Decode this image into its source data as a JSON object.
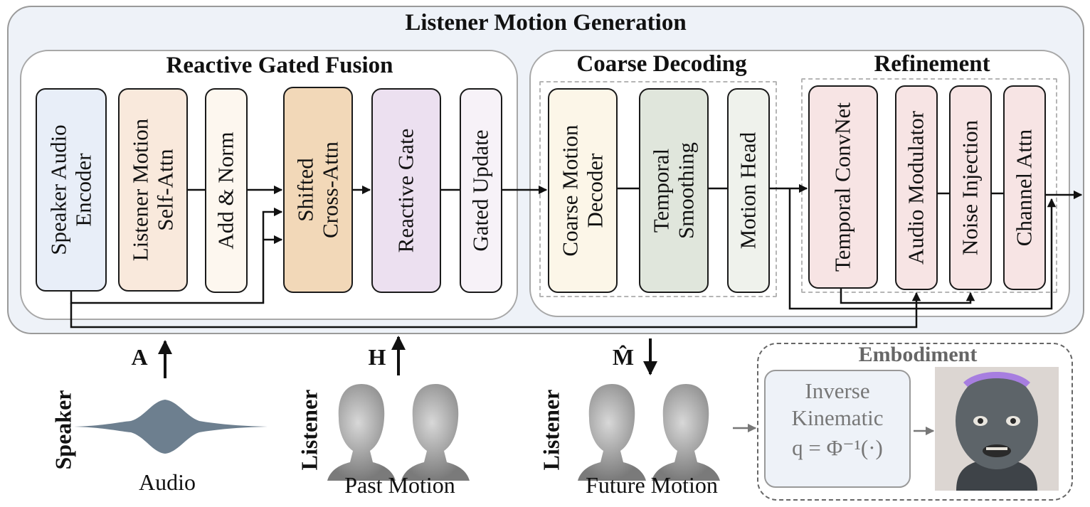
{
  "title": "Listener Motion Generation",
  "sections": {
    "fusion": "Reactive Gated Fusion",
    "coarse": "Coarse Decoding",
    "refine": "Refinement",
    "embodiment": "Embodiment"
  },
  "blocks": {
    "speaker_audio_encoder": "Speaker Audio\nEncoder",
    "listener_self_attn": "Listener Motion\nSelf-Attn",
    "add_norm": "Add & Norm",
    "shifted_cross_attn": "Shifted\nCross-Attn",
    "reactive_gate": "Reactive Gate",
    "gated_update": "Gated Update",
    "coarse_motion_decoder": "Coarse Motion\nDecoder",
    "temporal_smoothing": "Temporal\nSmoothing",
    "motion_head": "Motion Head",
    "temporal_convnet": "Temporal ConvNet",
    "audio_modulator": "Audio Modulator",
    "noise_injection": "Noise Injection",
    "channel_attn": "Channel Attn"
  },
  "io": {
    "audio_symbol": "A",
    "past_symbol": "H",
    "future_symbol": "M̂",
    "speaker_label": "Speaker",
    "listener_label_past": "Listener",
    "listener_label_future": "Listener",
    "audio_caption": "Audio",
    "past_caption": "Past Motion",
    "future_caption": "Future Motion"
  },
  "ik": {
    "line1": "Inverse",
    "line2": "Kinematic",
    "formula": "q = Φ⁻¹(·)"
  },
  "colors": {
    "outer_bg": "#eef2f8",
    "encoder": "#e8eef8",
    "self_attn": "#f9e9dc",
    "add_norm": "#fdf7ef",
    "cross_attn": "#f2d8b8",
    "reactive_gate": "#ece0f0",
    "gated_update": "#f7f2f8",
    "coarse_decoder": "#fcf6e8",
    "smoothing": "#e0e6dc",
    "motion_head": "#eff2ec",
    "refine_blocks": "#f7e4e4",
    "ik_box": "#eef2f8"
  }
}
